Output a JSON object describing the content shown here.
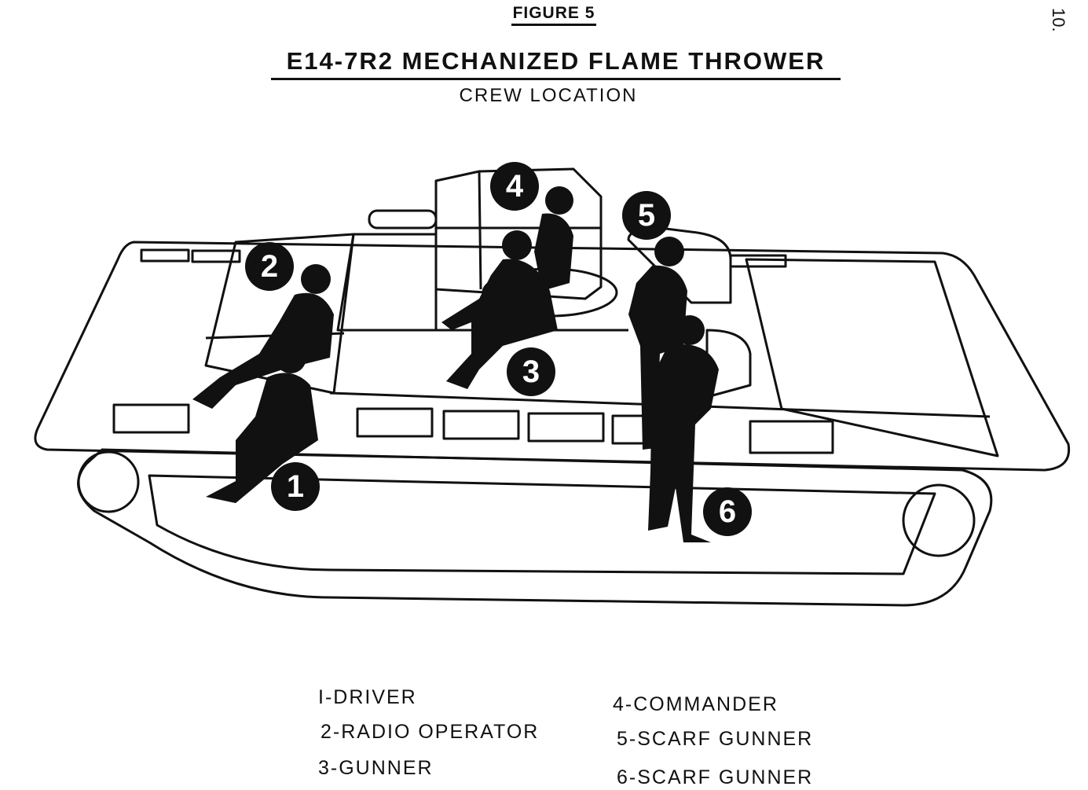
{
  "header": {
    "figure_label": "FIGURE 5",
    "title": "E14-7R2 MECHANIZED FLAME THROWER",
    "subtitle": "CREW LOCATION",
    "page_number": "10."
  },
  "callouts": [
    {
      "number": "1"
    },
    {
      "number": "2"
    },
    {
      "number": "3"
    },
    {
      "number": "4"
    },
    {
      "number": "5"
    },
    {
      "number": "6"
    }
  ],
  "legend": {
    "items": [
      "I-DRIVER",
      "2-RADIO OPERATOR",
      "3-GUNNER",
      "4-COMMANDER",
      "5-SCARF GUNNER",
      "6-SCARF GUNNER"
    ]
  },
  "colors": {
    "ink": "#111111",
    "paper": "#ffffff"
  }
}
